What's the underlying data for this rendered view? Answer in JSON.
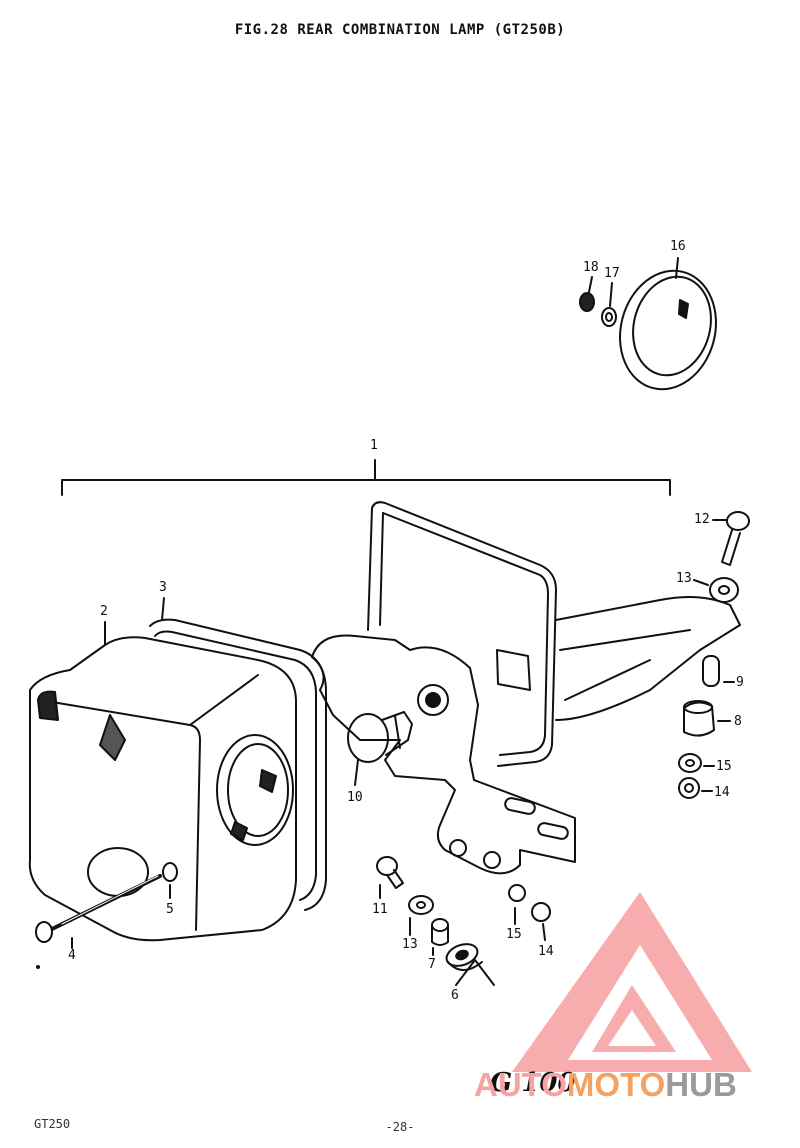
{
  "title": "FIG.28  REAR COMBINATION LAMP (GT250B)",
  "callouts": {
    "c1": "1",
    "c2": "2",
    "c3": "3",
    "c4": "4",
    "c5": "5",
    "c6": "6",
    "c7": "7",
    "c8": "8",
    "c9": "9",
    "c10": "10",
    "c11": "11",
    "c12": "12",
    "c13a": "13",
    "c13b": "13",
    "c14a": "14",
    "c14b": "14",
    "c15a": "15",
    "c15b": "15",
    "c16": "16",
    "c17": "17",
    "c18": "18"
  },
  "code_mark": "G 100",
  "watermark": {
    "part1": "AUTO",
    "part2": "MOTO",
    "part3": "HUB"
  },
  "footer": {
    "model": "GT250",
    "page": "-28-"
  },
  "colors": {
    "ink": "#111111",
    "watermark_red": "#f26b6b",
    "watermark_orange": "#f4a262",
    "watermark_gray": "#9a9a9a"
  }
}
